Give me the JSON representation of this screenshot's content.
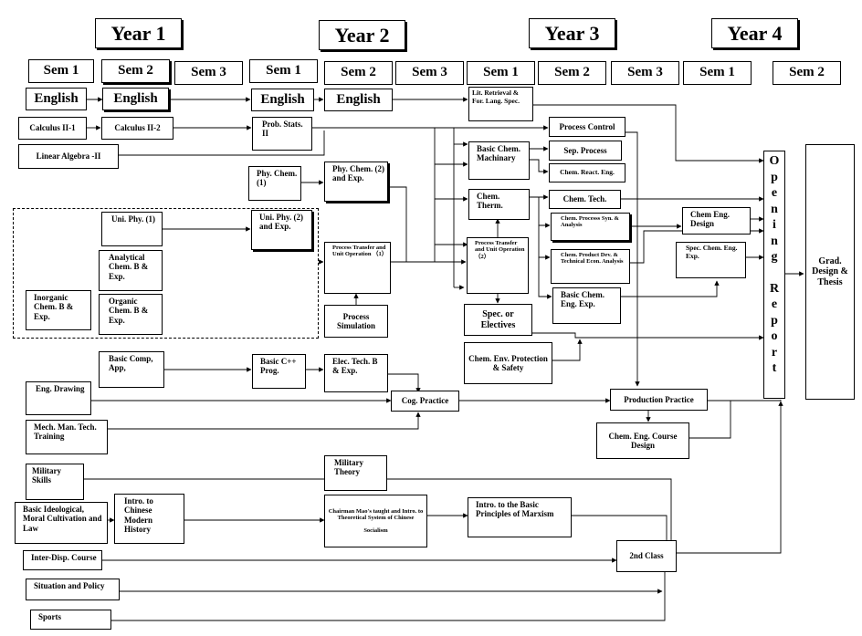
{
  "years": [
    "Year 1",
    "Year 2",
    "Year 3",
    "Year 4"
  ],
  "semesters": {
    "y1s1": "Sem 1",
    "y1s2": "Sem 2",
    "y1s3": "Sem 3",
    "y2s1": "Sem 1",
    "y2s2": "Sem 2",
    "y2s3": "Sem 3",
    "y3s1": "Sem 1",
    "y3s2": "Sem 2",
    "y3s3": "Sem 3",
    "y4s1": "Sem 1",
    "y4s2": "Sem 2"
  },
  "courses": {
    "english1": "English",
    "english2": "English",
    "english3": "English",
    "english4": "English",
    "lit_retrieval": "Lit. Retrieval & For. Lang. Spec.",
    "calculus1": "Calculus II-1",
    "calculus2": "Calculus II-2",
    "prob_stats": "Prob. Stats. II",
    "linear_algebra": "Linear Algebra -II",
    "process_control": "Process Control",
    "basic_chem_machinary": "Basic Chem. Machinary",
    "sep_process": "Sep. Process",
    "chem_react_eng": "Chem. React. Eng.",
    "phy_chem1": "Phy. Chem. (1)",
    "phy_chem2": "Phy. Chem. (2) and Exp.",
    "chem_therm": "Chem. Therm.",
    "chem_tech": "Chem. Tech.",
    "uni_phy1": "Uni. Phy. (1)",
    "uni_phy2": "Uni. Phy. (2) and Exp.",
    "analytical_chem": "Analytical Chem. B & Exp.",
    "organic_chem": "Organic Chem. B & Exp.",
    "inorganic_chem": "Inorganic Chem. B & Exp.",
    "process_transfer1": "Process Transfer and Unit Operation （1）",
    "process_transfer2": "Process Transfer and Unit Operation （2）",
    "chem_process_syn": "Chem. Processs Syn. & Analysis",
    "chem_eng_design": "Chem Eng. Design",
    "chem_product_dev": "Chem. Product Dev. & Technical Econ. Analysis",
    "spec_chem_eng_exp": "Spec. Chem. Eng. Exp.",
    "basic_chem_eng_exp": "Basic Chem. Eng. Exp.",
    "process_simulation": "Process Simulation",
    "spec_electives": "Spec. or Electives",
    "chem_env_protection": "Chem. Env. Protection & Safety",
    "basic_comp": "Basic Comp, App,",
    "basic_cpp": "Basic C++ Prog.",
    "elec_tech": "Elec. Tech. B & Exp.",
    "eng_drawing": "Eng. Drawing",
    "cog_practice": "Cog. Practice",
    "production_practice": "Production Practice",
    "chem_eng_course_design": "Chem. Eng. Course Design",
    "mech_man": "Mech. Man. Tech. Training",
    "military_skills": "Military Skills",
    "military_theory": "Military Theory",
    "basic_ideological": "Basic Ideological, Moral Cultivation and Law",
    "intro_chinese_history": "Intro. to Chinese Modern History",
    "chairman_mao_a": "Chairman Mao's taught and Intro. to Theoretical System of Chinese",
    "chairman_mao_b": "Socialism",
    "intro_marxism": "Intro. to the Basic Principles of Marxism",
    "inter_disp": "Inter-Disp. Course",
    "second_class": "2nd Class",
    "situation_policy": "Situation and Policy",
    "sports": "Sports",
    "opening_report": [
      "O",
      "p",
      "e",
      "n",
      "i",
      "n",
      "g",
      " ",
      "R",
      "e",
      "p",
      "o",
      "r",
      "t"
    ],
    "grad_design": "Grad. Design & Thesis"
  }
}
